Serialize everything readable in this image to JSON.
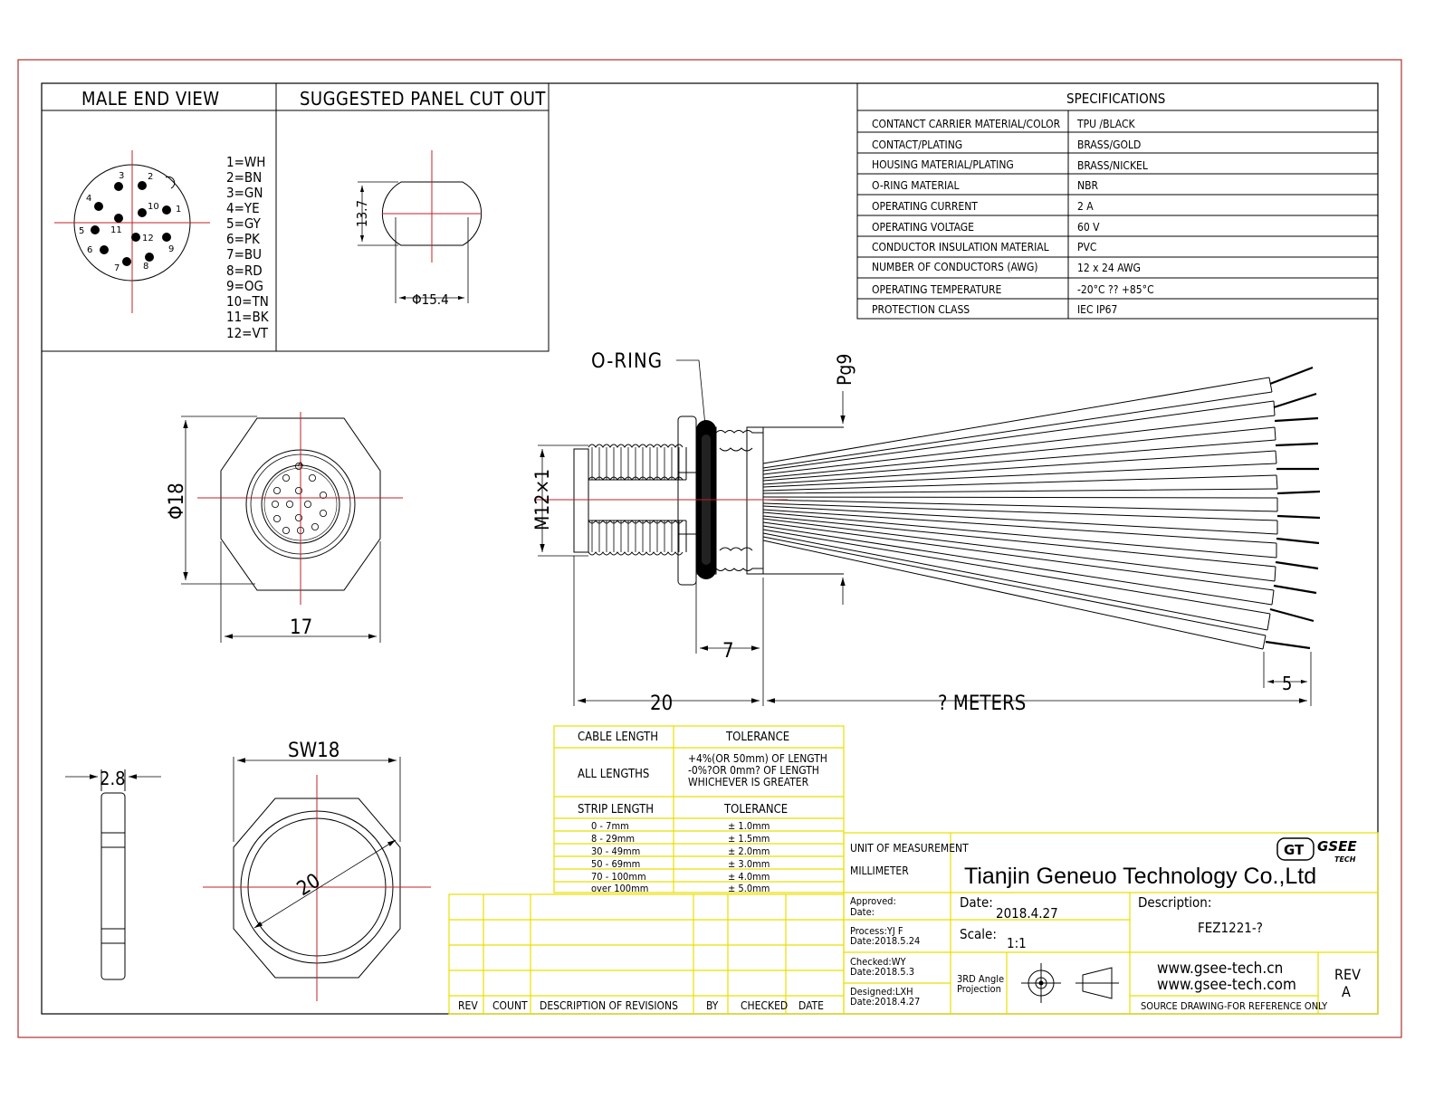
{
  "views": {
    "male_end_view": "MALE END VIEW",
    "panel_cut_out": "SUGGESTED PANEL CUT OUT",
    "pin_numbers": [
      "1",
      "2",
      "3",
      "4",
      "5",
      "6",
      "7",
      "8",
      "9",
      "10",
      "11",
      "12"
    ],
    "pin_colors": [
      "1=WH",
      "2=BN",
      "3=GN",
      "4=YE",
      "5=GY",
      "6=PK",
      "7=BU",
      "8=RD",
      "9=OG",
      "10=TN",
      "11=BK",
      "12=VT"
    ],
    "panel_height": "13.7",
    "panel_width": "Φ15.4"
  },
  "dimensions": {
    "o_ring": "O-RING",
    "pg9": "Pg9",
    "thread": "M12×1",
    "phi18": "Φ18",
    "w17": "17",
    "w7": "7",
    "w20": "20",
    "meters": "? METERS",
    "strip5": "5",
    "nut_thickness": "2.8",
    "sw18": "SW18",
    "nut_dia": "20"
  },
  "specifications": {
    "title": "SPECIFICATIONS",
    "rows": [
      {
        "label": "CONTANCT CARRIER MATERIAL/COLOR",
        "value": "TPU /BLACK"
      },
      {
        "label": "CONTACT/PLATING",
        "value": "BRASS/GOLD"
      },
      {
        "label": "HOUSING MATERIAL/PLATING",
        "value": "BRASS/NICKEL"
      },
      {
        "label": "O-RING MATERIAL",
        "value": "NBR"
      },
      {
        "label": "OPERATING CURRENT",
        "value": "2 A"
      },
      {
        "label": "OPERATING VOLTAGE",
        "value": "60 V"
      },
      {
        "label": "CONDUCTOR INSULATION MATERIAL",
        "value": "PVC"
      },
      {
        "label": "NUMBER OF CONDUCTORS (AWG)",
        "value": "12 x 24 AWG"
      },
      {
        "label": "OPERATING TEMPERATURE",
        "value": "-20°C ?? +85°C"
      },
      {
        "label": "PROTECTION CLASS",
        "value": "IEC   IP67"
      }
    ]
  },
  "tolerance": {
    "cable_length_header": "CABLE LENGTH",
    "tolerance_header": "TOLERANCE",
    "all_lengths": "ALL LENGTHS",
    "all_lengths_tol": [
      "+4%(OR 50mm) OF LENGTH",
      "-0%?OR 0mm? OF LENGTH",
      "WHICHEVER  IS  GREATER"
    ],
    "strip_length_header": "STRIP LENGTH",
    "strip_tolerance_header": "TOLERANCE",
    "strip_rows": [
      {
        "range": "0 - 7mm",
        "tol": "± 1.0mm"
      },
      {
        "range": "8 - 29mm",
        "tol": "± 1.5mm"
      },
      {
        "range": "30 - 49mm",
        "tol": "± 2.0mm"
      },
      {
        "range": "50 - 69mm",
        "tol": "± 3.0mm"
      },
      {
        "range": "70 - 100mm",
        "tol": "± 4.0mm"
      },
      {
        "range": "over 100mm",
        "tol": "± 5.0mm"
      }
    ]
  },
  "revisions": {
    "headers": [
      "REV",
      "COUNT",
      "DESCRIPTION  OF  REVISIONS",
      "BY",
      "CHECKED",
      "DATE"
    ]
  },
  "title_block": {
    "unit_label": "UNIT OF MEASUREMENT",
    "unit_value": "MILLIMETER",
    "company": "Tianjin Geneuo Technology Co.,Ltd",
    "logo_badge": "GT",
    "logo_name": "GSEE",
    "logo_tech": "TECH",
    "approved": "Approved:",
    "approved_date": "Date:",
    "process": "Process:YJ F",
    "process_date": "Date:2018.5.24",
    "checked": "Checked:WY",
    "checked_date": "Date:2018.5.3",
    "designed": "Designed:LXH",
    "designed_date": "Date:2018.4.27",
    "date_label": "Date:",
    "date_value": "2018.4.27",
    "scale_label": "Scale:",
    "scale_value": "1:1",
    "projection_line1": "3RD Angle",
    "projection_line2": "Projection",
    "description_label": "Description:",
    "description_value": "FEZ1221-?",
    "website1": "www.gsee-tech.cn",
    "website2": "www.gsee-tech.com",
    "rev_label": "REV",
    "rev_value": "A",
    "source_note": "SOURCE DRAWING-FOR REFERENCE ONLY"
  },
  "colors": {
    "border": "#b03030",
    "centerline": "#c0202a",
    "table_yellow": "#e8e000"
  }
}
